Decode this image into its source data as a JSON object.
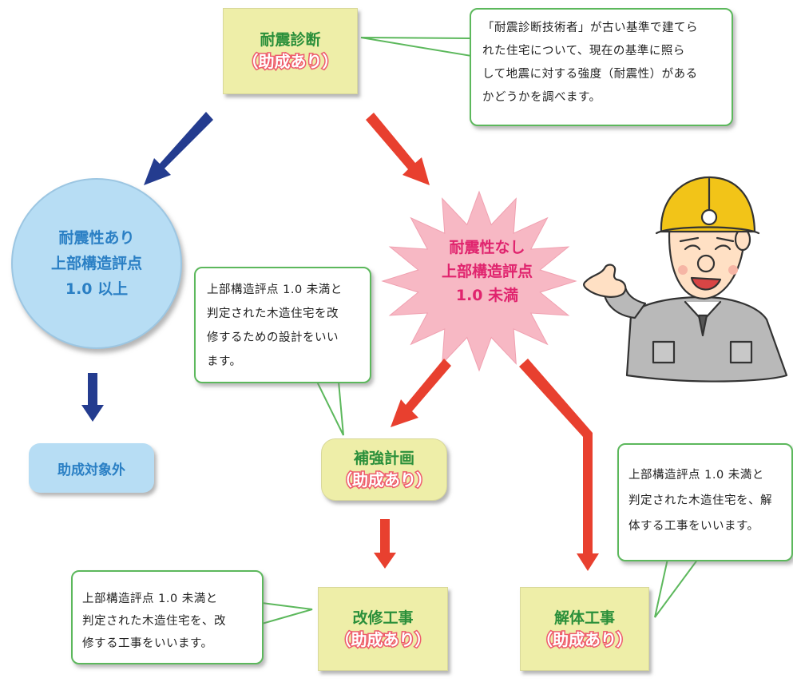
{
  "nodes": {
    "diagnosis": {
      "title": "耐震診断",
      "subsidy": "（助成あり）"
    },
    "safe": {
      "line1": "耐震性あり",
      "line2": "上部構造評点",
      "line3": "1.0 以上"
    },
    "not_eligible": {
      "label": "助成対象外"
    },
    "unsafe": {
      "line1": "耐震性なし",
      "line2": "上部構造評点",
      "line3": "1.0 未満"
    },
    "reinforcement_plan": {
      "title": "補強計画",
      "subsidy": "（助成あり）"
    },
    "renovation": {
      "title": "改修工事",
      "subsidy": "（助成あり）"
    },
    "demolition": {
      "title": "解体工事",
      "subsidy": "（助成あり）"
    }
  },
  "callouts": {
    "diagnosis": [
      "「耐震診断技術者」が古い基準で建てら",
      "れた住宅について、現在の基準に照ら",
      "して地震に対する強度（耐震性）がある",
      "かどうかを調べます。"
    ],
    "plan": [
      "上部構造評点 1.0 未満と",
      "判定された木造住宅を改",
      "修するための設計をいい",
      "ます。"
    ],
    "demolition": [
      "上部構造評点 1.0 未満と",
      "判定された木造住宅を、解",
      "体する工事をいいます。"
    ],
    "renovation": [
      "上部構造評点 1.0 未満と",
      "判定された木造住宅を、改",
      "修する工事をいいます。"
    ]
  },
  "colors": {
    "blue_arrow": "#243c8f",
    "red_arrow": "#e8402f",
    "box_fill": "#eeeea8",
    "box_title": "#2a8f3a",
    "subsidy_outline": "#ee5c6c",
    "circle_fill": "#b7ddf4",
    "circle_text": "#2a7fc4",
    "star_fill": "#f7b8c4",
    "star_text": "#e0246e",
    "callout_border": "#5cb85c"
  },
  "icons": {
    "mascot": "worker-with-helmet-icon"
  }
}
